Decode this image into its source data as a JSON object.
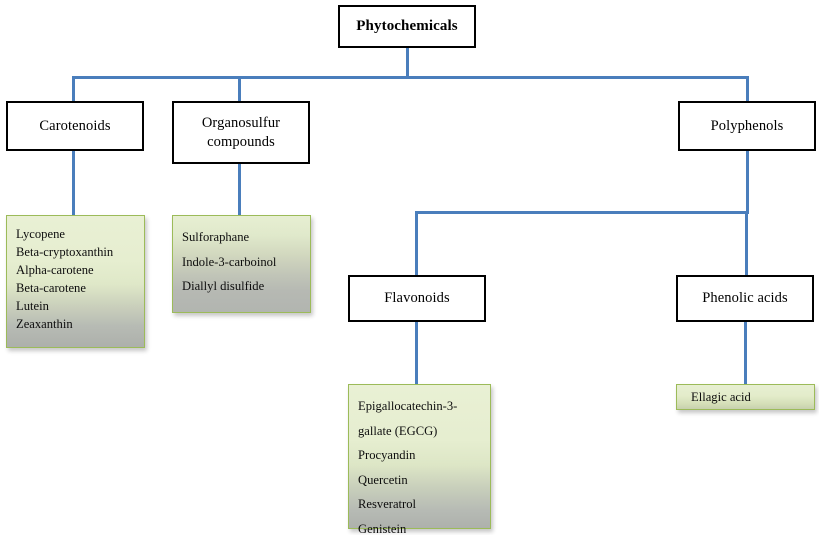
{
  "diagram": {
    "title": "Phytochemicals classification flow chart",
    "accent_line_color": "#4a7ebc",
    "node_border_color": "#000000",
    "listbox_border_color": "#9cbb59",
    "listbox_gradient_top": "#e7efd2",
    "listbox_gradient_bottom": "#b0b3ae"
  },
  "root": {
    "label": "Phytochemicals"
  },
  "level2": [
    {
      "id": "carotenoids",
      "label": "Carotenoids"
    },
    {
      "id": "organosulfur",
      "label": "Organosulfur compounds"
    },
    {
      "id": "polyphenols",
      "label": "Polyphenols"
    }
  ],
  "level3": [
    {
      "id": "flavonoids",
      "label": "Flavonoids"
    },
    {
      "id": "phenolic-acids",
      "label": "Phenolic acids"
    }
  ],
  "lists": {
    "carotenoids": [
      "Lycopene",
      "Beta-cryptoxanthin",
      "Alpha-carotene",
      "Beta-carotene",
      "Lutein",
      "Zeaxanthin"
    ],
    "organosulfur": [
      "Sulforaphane",
      "Indole-3-carboinol",
      "Diallyl disulfide"
    ],
    "flavonoids": [
      "Epigallocatechin-3-",
      "gallate (EGCG)",
      "Procyandin",
      "Quercetin",
      "Resveratrol",
      "Genistein"
    ],
    "phenolic_acids": [
      "Ellagic acid"
    ]
  }
}
